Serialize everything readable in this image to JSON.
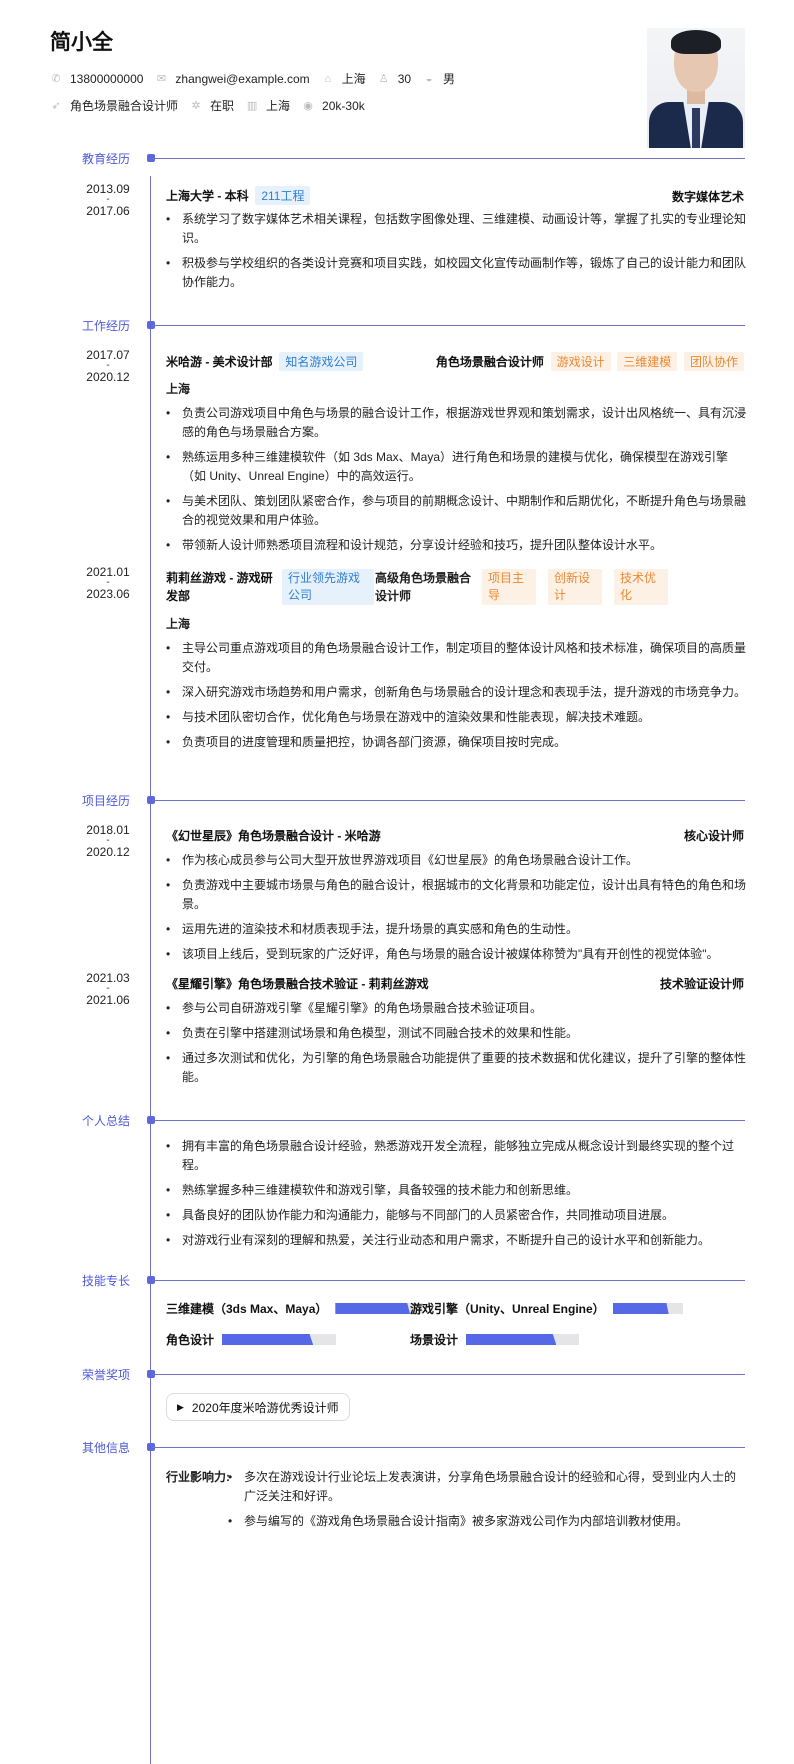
{
  "header": {
    "name": "简小全",
    "contacts": [
      {
        "icon": "phone-icon",
        "value": "13800000000"
      },
      {
        "icon": "mail-icon",
        "value": "zhangwei@example.com"
      },
      {
        "icon": "home-icon",
        "value": "上海"
      },
      {
        "icon": "age-icon",
        "value": "30"
      },
      {
        "icon": "gender-icon",
        "value": "男"
      }
    ],
    "job": [
      {
        "icon": "send-icon",
        "value": "角色场景融合设计师"
      },
      {
        "icon": "status-icon",
        "value": "在职"
      },
      {
        "icon": "building-icon",
        "value": "上海"
      },
      {
        "icon": "salary-icon",
        "value": "20k-30k"
      }
    ]
  },
  "sections": {
    "education": "教育经历",
    "work": "工作经历",
    "projects": "项目经历",
    "summary": "个人总结",
    "skills": "技能专长",
    "awards": "荣誉奖项",
    "other": "其他信息"
  },
  "education": [
    {
      "start": "2013.09",
      "end": "2017.06",
      "title": "上海大学 - 本科",
      "tag": "211工程",
      "major": "数字媒体艺术",
      "bullets": [
        "系统学习了数字媒体艺术相关课程，包括数字图像处理、三维建模、动画设计等，掌握了扎实的专业理论知识。",
        "积极参与学校组织的各类设计竞赛和项目实践，如校园文化宣传动画制作等，锻炼了自己的设计能力和团队协作能力。"
      ]
    }
  ],
  "work": [
    {
      "start": "2017.07",
      "end": "2020.12",
      "title": "米哈游 - 美术设计部",
      "tag": "知名游戏公司",
      "role": "角色场景融合设计师",
      "tags": [
        "游戏设计",
        "三维建模",
        "团队协作"
      ],
      "location": "上海",
      "bullets": [
        "负责公司游戏项目中角色与场景的融合设计工作，根据游戏世界观和策划需求，设计出风格统一、具有沉浸感的角色与场景融合方案。",
        "熟练运用多种三维建模软件（如 3ds Max、Maya）进行角色和场景的建模与优化，确保模型在游戏引擎（如 Unity、Unreal Engine）中的高效运行。",
        "与美术团队、策划团队紧密合作，参与项目的前期概念设计、中期制作和后期优化，不断提升角色与场景融合的视觉效果和用户体验。",
        "带领新人设计师熟悉项目流程和设计规范，分享设计经验和技巧，提升团队整体设计水平。"
      ]
    },
    {
      "start": "2021.01",
      "end": "2023.06",
      "title": "莉莉丝游戏 - 游戏研发部",
      "tag": "行业领先游戏公司",
      "role": "高级角色场景融合设计师",
      "tags": [
        "项目主导",
        "创新设计",
        "技术优化"
      ],
      "location": "上海",
      "bullets": [
        "主导公司重点游戏项目的角色场景融合设计工作，制定项目的整体设计风格和技术标准，确保项目的高质量交付。",
        "深入研究游戏市场趋势和用户需求，创新角色与场景融合的设计理念和表现手法，提升游戏的市场竞争力。",
        "与技术团队密切合作，优化角色与场景在游戏中的渲染效果和性能表现，解决技术难题。",
        "负责项目的进度管理和质量把控，协调各部门资源，确保项目按时完成。"
      ]
    }
  ],
  "projects": [
    {
      "start": "2018.01",
      "end": "2020.12",
      "title": "《幻世星辰》角色场景融合设计 - 米哈游",
      "role": "核心设计师",
      "bullets": [
        "作为核心成员参与公司大型开放世界游戏项目《幻世星辰》的角色场景融合设计工作。",
        "负责游戏中主要城市场景与角色的融合设计，根据城市的文化背景和功能定位，设计出具有特色的角色和场景。",
        "运用先进的渲染技术和材质表现手法，提升场景的真实感和角色的生动性。",
        "该项目上线后，受到玩家的广泛好评，角色与场景的融合设计被媒体称赞为\"具有开创性的视觉体验\"。"
      ]
    },
    {
      "start": "2021.03",
      "end": "2021.06",
      "title": "《星耀引擎》角色场景融合技术验证 - 莉莉丝游戏",
      "role": "技术验证设计师",
      "bullets": [
        "参与公司自研游戏引擎《星耀引擎》的角色场景融合技术验证项目。",
        "负责在引擎中搭建测试场景和角色模型，测试不同融合技术的效果和性能。",
        "通过多次测试和优化，为引擎的角色场景融合功能提供了重要的技术数据和优化建议，提升了引擎的整体性能。"
      ]
    }
  ],
  "summary": [
    "拥有丰富的角色场景融合设计经验，熟悉游戏开发全流程，能够独立完成从概念设计到最终实现的整个过程。",
    "熟练掌握多种三维建模软件和游戏引擎，具备较强的技术能力和创新思维。",
    "具备良好的团队协作能力和沟通能力，能够与不同部门的人员紧密合作，共同推动项目进展。",
    "对游戏行业有深刻的理解和热爱，关注行业动态和用户需求，不断提升自己的设计水平和创新能力。"
  ],
  "skills": [
    {
      "name": "三维建模（3ds Max、Maya）",
      "level": 85
    },
    {
      "name": "游戏引擎（Unity、Unreal Engine）",
      "level": 80
    },
    {
      "name": "角色设计",
      "level": 80
    },
    {
      "name": "场景设计",
      "level": 80
    }
  ],
  "awards": [
    "2020年度米哈游优秀设计师"
  ],
  "other": {
    "label": "行业影响力:",
    "bullets": [
      "多次在游戏设计行业论坛上发表演讲，分享角色场景融合设计的经验和心得，受到业内人士的广泛关注和好评。",
      "参与编写的《游戏角色场景融合设计指南》被多家游戏公司作为内部培训教材使用。"
    ]
  },
  "colors": {
    "accent": "#5a68e0",
    "timeline": "#6e72c9",
    "tag_blue_bg": "#e6f1fc",
    "tag_blue_text": "#2f7fd1",
    "tag_orange_bg": "#fdf0e4",
    "tag_orange_text": "#e98a34",
    "skill_fill": "#5569e6"
  }
}
